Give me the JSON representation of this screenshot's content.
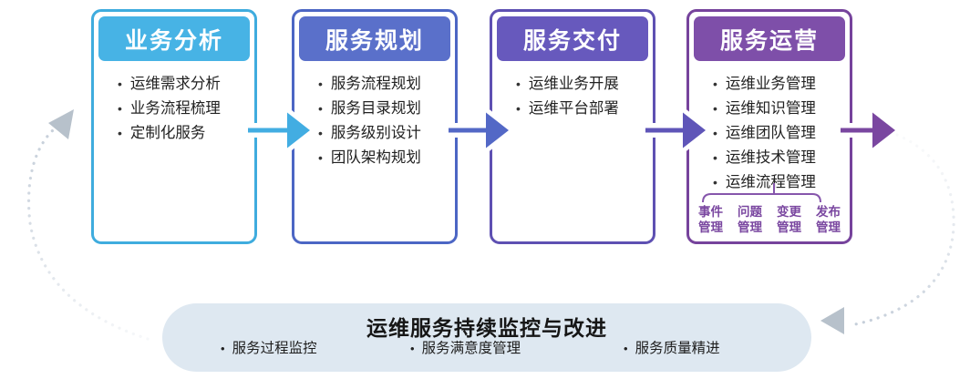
{
  "stages": [
    {
      "title": "业务分析",
      "items": [
        "运维需求分析",
        "业务流程梳理",
        "定制化服务"
      ],
      "header_color": "#47B3E5",
      "border_color": "#3FACDE",
      "arrow_color": "#42ADE2"
    },
    {
      "title": "服务规划",
      "items": [
        "服务流程规划",
        "服务目录规划",
        "服务级别设计",
        "团队架构规划"
      ],
      "header_color": "#5A70CA",
      "border_color": "#4C66C4",
      "arrow_color": "#5368C6"
    },
    {
      "title": "服务交付",
      "items": [
        "运维业务开展",
        "运维平台部署"
      ],
      "header_color": "#6759BD",
      "border_color": "#5E50B2",
      "arrow_color": "#5F55B8"
    },
    {
      "title": "服务运营",
      "items": [
        "运维业务管理",
        "运维知识管理",
        "运维团队管理",
        "运维技术管理",
        "运维流程管理"
      ],
      "header_color": "#7E4FA9",
      "border_color": "#76439C",
      "arrow_color": "#7A47A0",
      "sub_items": [
        [
          "事件",
          "管理"
        ],
        [
          "问题",
          "管理"
        ],
        [
          "变更",
          "管理"
        ],
        [
          "发布",
          "管理"
        ]
      ]
    }
  ],
  "bottom": {
    "title": "运维服务持续监控与改进",
    "items": [
      "服务过程监控",
      "服务满意度管理",
      "服务质量精进"
    ],
    "fill_color": "#DEE8F1"
  },
  "colors": {
    "sub_item_text": "#7A47A0",
    "bracket": "#8656AC",
    "dotted_arc": "#C6CFDA",
    "arc_arrowhead": "#B7C1CB"
  }
}
